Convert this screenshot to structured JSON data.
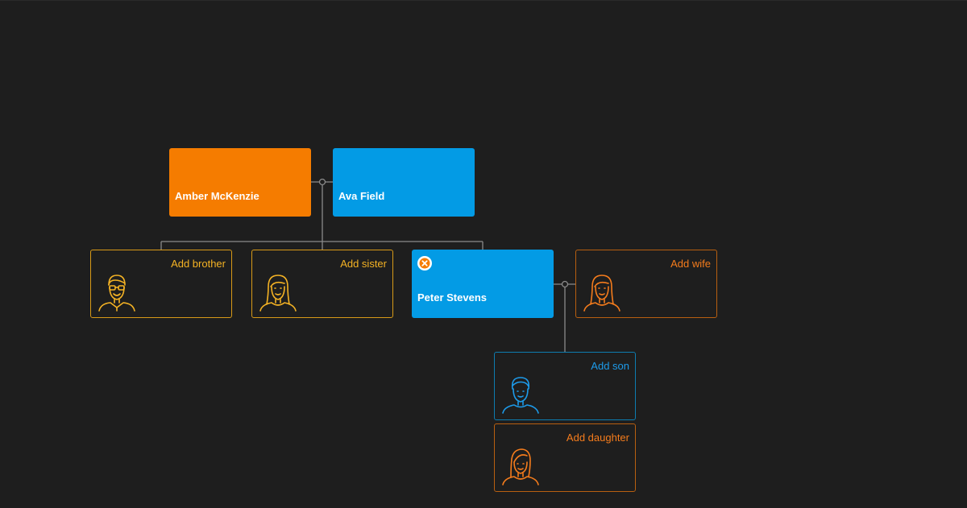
{
  "colors": {
    "background": "#1e1e1e",
    "female": "#f57c00",
    "male": "#039be5",
    "sibling_outline": "#d89a18",
    "sibling_text": "#f5b324",
    "son_outline": "#0e7db0",
    "son_text": "#1d9bea",
    "female_outline": "#b85f10",
    "female_text": "#f57c1c",
    "connector": "#8a8a8a"
  },
  "nodes": {
    "mother": {
      "name": "Amber McKenzie",
      "gender": "female"
    },
    "father": {
      "name": "Ava Field",
      "gender": "male"
    },
    "self": {
      "name": "Peter Stevens",
      "gender": "male",
      "remove_icon": "close-icon"
    },
    "add_brother": {
      "label": "Add brother",
      "icon": "man-glasses-icon"
    },
    "add_sister": {
      "label": "Add sister",
      "icon": "woman-icon"
    },
    "add_wife": {
      "label": "Add wife",
      "icon": "woman-icon"
    },
    "add_son": {
      "label": "Add son",
      "icon": "boy-icon"
    },
    "add_daughter": {
      "label": "Add daughter",
      "icon": "girl-icon"
    }
  }
}
